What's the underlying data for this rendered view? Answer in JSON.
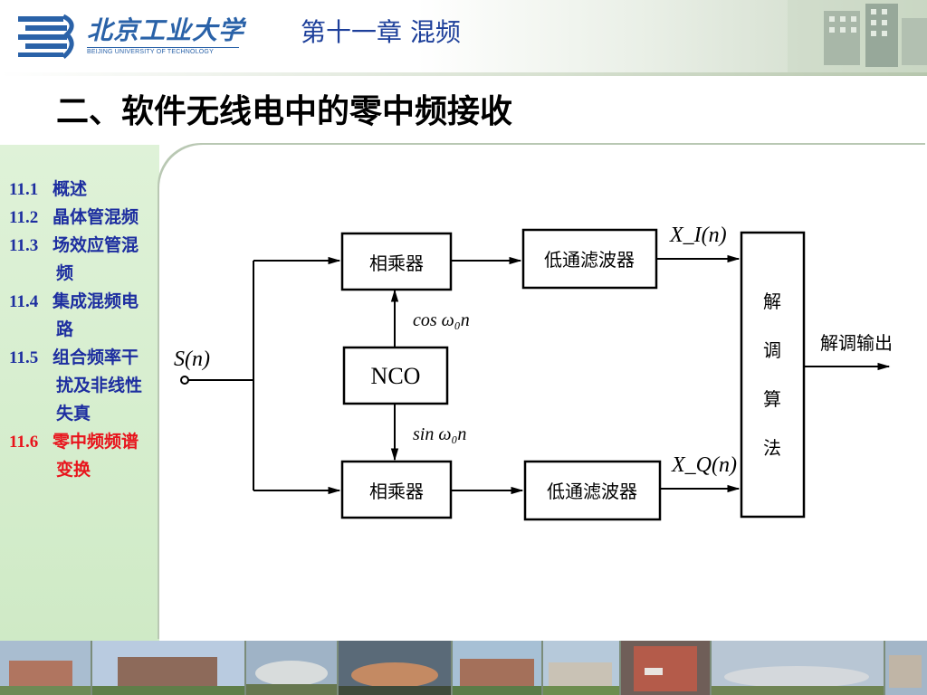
{
  "header": {
    "logo_cn": "北京工业大学",
    "logo_en": "BEIJING UNIVERSITY OF TECHNOLOGY",
    "chapter_title": "第十一章 混频"
  },
  "slide": {
    "section_title": "二、软件无线电中的零中频接收"
  },
  "toc": [
    {
      "num": "11.1",
      "label": "概述",
      "active": false
    },
    {
      "num": "11.2",
      "label": "晶体管混频",
      "active": false
    },
    {
      "num": "11.3",
      "label": "场效应管混频",
      "active": false
    },
    {
      "num": "11.4",
      "label": "集成混频电路",
      "active": false
    },
    {
      "num": "11.5",
      "label": "组合频率干扰及非线性失真",
      "active": false
    },
    {
      "num": "11.6",
      "label": "零中频频谱变换",
      "active": true
    }
  ],
  "diagram": {
    "input_label": "S(n)",
    "multiplier_top": "相乘器",
    "multiplier_bottom": "相乘器",
    "nco": "NCO",
    "lpf_top": "低通滤波器",
    "lpf_bottom": "低通滤波器",
    "cos_label": "cos ω₀n",
    "sin_label": "sin ω₀n",
    "xi_label": "X_I(n)",
    "xq_label": "X_Q(n)",
    "demod_chars": [
      "解",
      "调",
      "算",
      "法"
    ],
    "output_label": "解调输出"
  },
  "colors": {
    "chapter_blue": "#1d3f9a",
    "toc_blue": "#1d2ea0",
    "toc_active": "#e8141c",
    "sidebar_green": "#d8efd0"
  },
  "icons": {
    "logo": "university-logo-icon"
  }
}
